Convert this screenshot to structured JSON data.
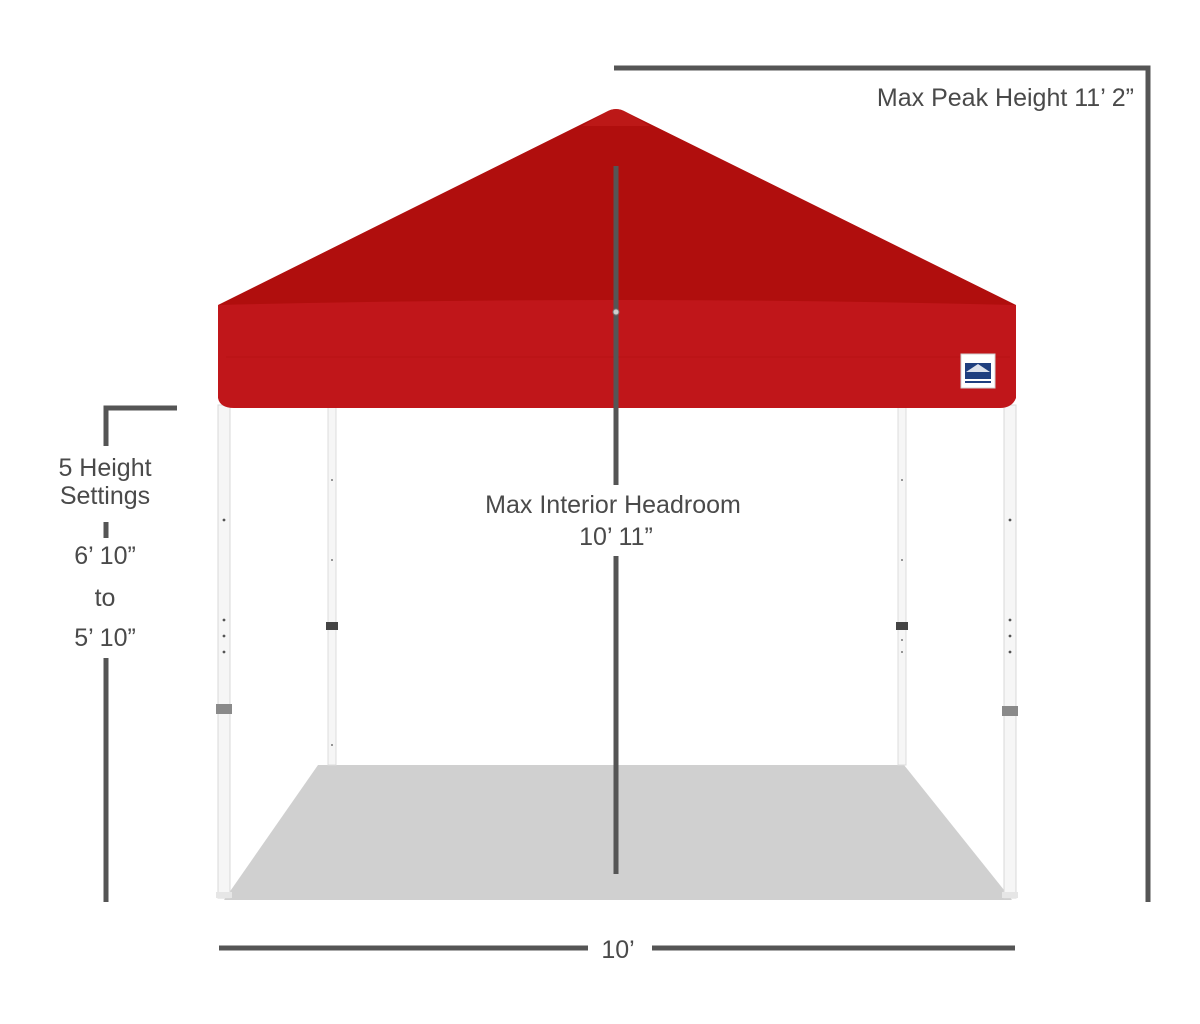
{
  "labels": {
    "max_peak_height": "Max Peak Height 11’ 2”",
    "height_settings_line1": "5 Height",
    "height_settings_line2": "Settings",
    "height_max": "6’ 10”",
    "height_to": "to",
    "height_min": "5’ 10”",
    "headroom_title": "Max Interior Headroom",
    "headroom_value": "10’ 11”",
    "width": "10’"
  },
  "colors": {
    "canopy": "#c0161a",
    "canopy_dark": "#a20d0f",
    "floor": "#d0d0d0",
    "legs": "#f4f4f4",
    "dimension_lines": "#555555",
    "text": "#4a4a4a",
    "logo": "#1f3f7f"
  },
  "icons": {
    "brand_badge": "ez-up-logo"
  }
}
